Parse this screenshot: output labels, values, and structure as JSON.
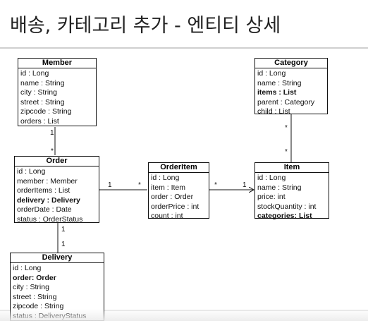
{
  "title": "배송, 카테고리 추가 - 엔티티 상세",
  "entities": {
    "member": {
      "name": "Member",
      "fields": [
        {
          "text": "id : Long",
          "bold": false
        },
        {
          "text": "name : String",
          "bold": false
        },
        {
          "text": "city : String",
          "bold": false
        },
        {
          "text": "street : String",
          "bold": false
        },
        {
          "text": "zipcode : String",
          "bold": false
        },
        {
          "text": "orders : List",
          "bold": false
        }
      ]
    },
    "order": {
      "name": "Order",
      "fields": [
        {
          "text": "id : Long",
          "bold": false
        },
        {
          "text": "member : Member",
          "bold": false
        },
        {
          "text": "orderItems : List",
          "bold": false
        },
        {
          "text": "delivery : Delivery",
          "bold": true
        },
        {
          "text": "orderDate : Date",
          "bold": false
        },
        {
          "text": "status : OrderStatus",
          "bold": false
        }
      ]
    },
    "orderitem": {
      "name": "OrderItem",
      "fields": [
        {
          "text": "id : Long",
          "bold": false
        },
        {
          "text": "item : Item",
          "bold": false
        },
        {
          "text": "order : Order",
          "bold": false
        },
        {
          "text": "orderPrice : int",
          "bold": false
        },
        {
          "text": "count : int",
          "bold": false
        }
      ]
    },
    "item": {
      "name": "Item",
      "fields": [
        {
          "text": "id : Long",
          "bold": false
        },
        {
          "text": "name : String",
          "bold": false
        },
        {
          "text": "price: int",
          "bold": false
        },
        {
          "text": "stockQuantity : int",
          "bold": false
        },
        {
          "text": "categories: List",
          "bold": true
        }
      ]
    },
    "category": {
      "name": "Category",
      "fields": [
        {
          "text": "id : Long",
          "bold": false
        },
        {
          "text": "name : String",
          "bold": false
        },
        {
          "text": "items : List",
          "bold": true
        },
        {
          "text": "parent : Category",
          "bold": false
        },
        {
          "text": "child : List",
          "bold": false
        }
      ]
    },
    "delivery": {
      "name": "Delivery",
      "fields": [
        {
          "text": "id : Long",
          "bold": false
        },
        {
          "text": "order: Order",
          "bold": true
        },
        {
          "text": "city : String",
          "bold": false
        },
        {
          "text": "street : String",
          "bold": false
        },
        {
          "text": "zipcode : String",
          "bold": false
        },
        {
          "text": "status : DeliveryStatus",
          "bold": false
        }
      ]
    }
  },
  "multiplicities": {
    "member_order_member_end": "1",
    "member_order_order_end": "*",
    "order_orderitem_order_end": "1",
    "order_orderitem_orderitem_end": "*",
    "orderitem_item_orderitem_end": "*",
    "orderitem_item_item_end": "1",
    "item_category_category_end": "*",
    "item_category_item_end": "*",
    "order_delivery_order_end": "1",
    "order_delivery_delivery_end": "1"
  },
  "colors": {
    "line": "#111111",
    "title": "#222222"
  }
}
